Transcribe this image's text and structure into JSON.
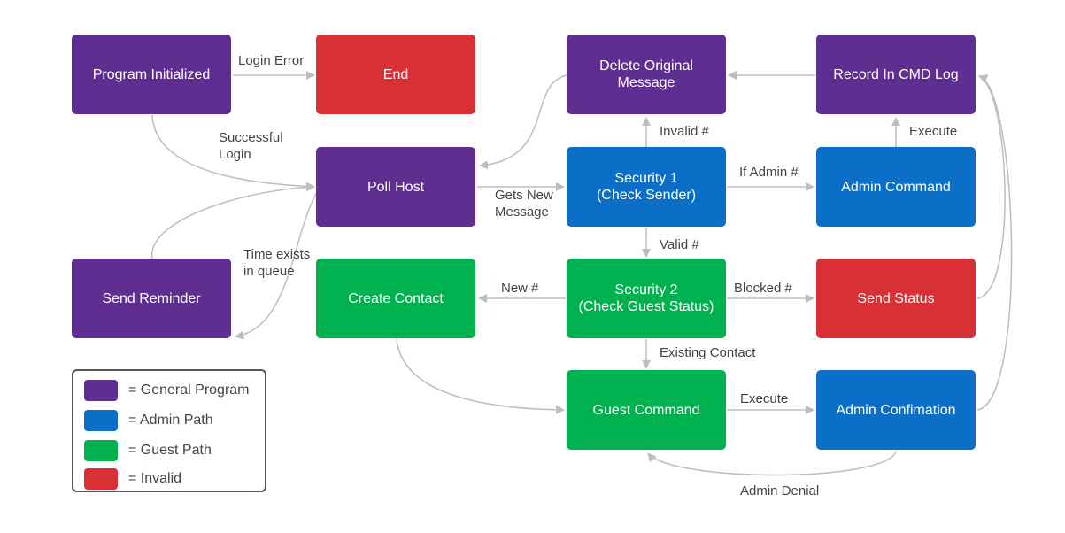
{
  "colors": {
    "general": "#5e2e91",
    "admin": "#0b6fc8",
    "guest": "#00b14f",
    "invalid": "#d93036",
    "connector": "#bdbdbd"
  },
  "nodes": {
    "program_initialized": "Program Initialized",
    "end": "End",
    "delete_original": "Delete Original\nMessage",
    "record_cmd_log": "Record In CMD Log",
    "poll_host": "Poll Host",
    "security1": "Security 1\n(Check Sender)",
    "admin_command": "Admin Command",
    "send_reminder": "Send Reminder",
    "create_contact": "Create Contact",
    "security2": "Security 2\n(Check Guest Status)",
    "send_status": "Send Status",
    "guest_command": "Guest Command",
    "admin_confirmation": "Admin Confimation"
  },
  "edge_labels": {
    "login_error": "Login Error",
    "successful_login": "Successful\nLogin",
    "gets_new_message": "Gets New\nMessage",
    "invalid": "Invalid #",
    "if_admin": "If Admin #",
    "execute_admin": "Execute",
    "valid": "Valid #",
    "time_exists": "Time exists\nin queue",
    "new": "New #",
    "blocked": "Blocked #",
    "existing_contact": "Existing Contact",
    "execute_guest": "Execute",
    "admin_denial": "Admin Denial"
  },
  "legend": {
    "general": "= General Program",
    "admin": "= Admin Path",
    "guest": "= Guest Path",
    "invalid": "= Invalid"
  }
}
